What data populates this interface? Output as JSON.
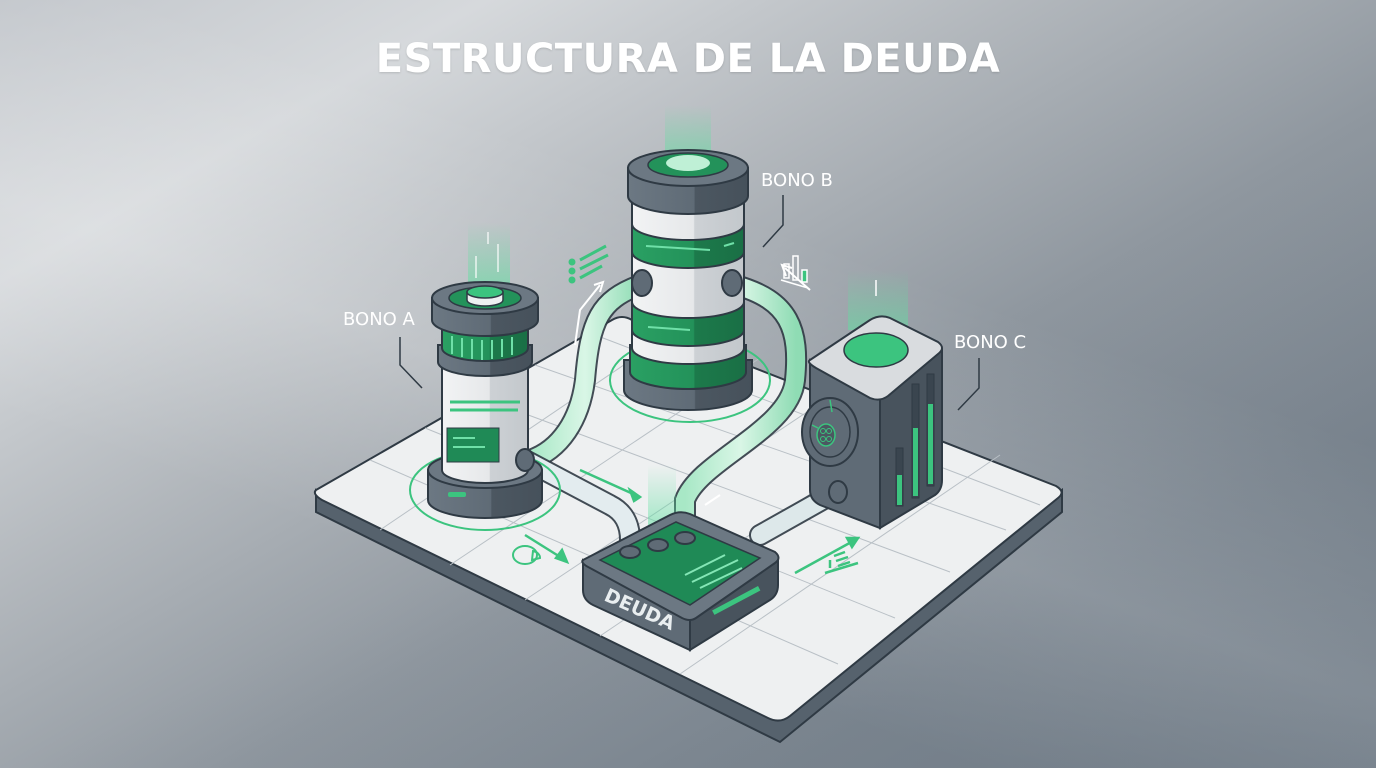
{
  "title": "ESTRUCTURA DE LA DEUDA",
  "labels": {
    "bono_a": "BONO A",
    "bono_b": "BONO B",
    "bono_c": "BONO C",
    "deuda": "DEUDA"
  },
  "icons": {
    "list_icon": "list-icon",
    "bar_chart_icon": "bar-chart-icon",
    "pie_chart_icon": "pie-chart-icon",
    "growth_chart_icon": "growth-chart-icon"
  },
  "colors": {
    "accent_green": "#3cc47f",
    "deep_green": "#1f8a56",
    "slate": "#5f6b76",
    "dark_outline": "#2f3a44",
    "platform_top": "#eef0f1",
    "background_light": "#d6d9dc",
    "background_dark": "#6f7a85"
  }
}
